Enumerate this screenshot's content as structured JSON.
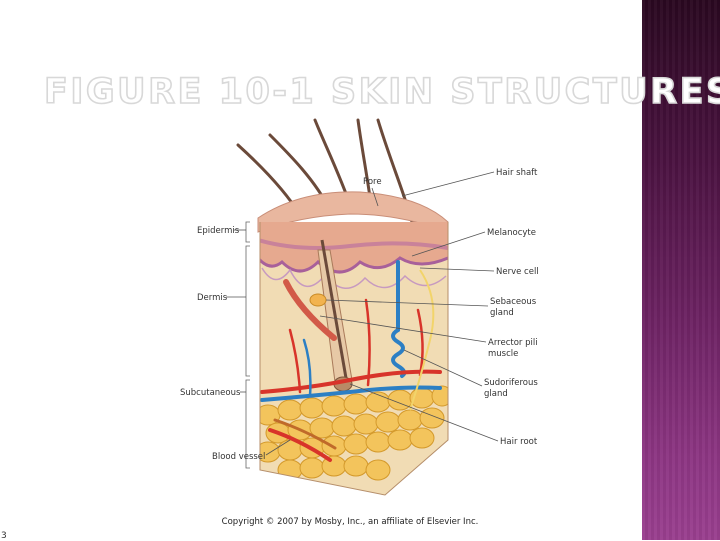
{
  "slide": {
    "title": "FIGURE 10-1 SKIN STRUCTURES",
    "copyright": "Copyright © 2007 by Mosby, Inc., an affiliate of Elsevier Inc.",
    "page_number": "3"
  },
  "diagram": {
    "labels_left": [
      "Epidermis",
      "Dermis",
      "Subcutaneous",
      "Blood vessel"
    ],
    "labels_top": [
      "Pore"
    ],
    "labels_right": [
      {
        "line1": "Hair shaft",
        "line2": ""
      },
      {
        "line1": "Melanocyte",
        "line2": ""
      },
      {
        "line1": "Nerve cell",
        "line2": ""
      },
      {
        "line1": "Sebaceous",
        "line2": "gland"
      },
      {
        "line1": "Arrector pili",
        "line2": "muscle"
      },
      {
        "line1": "Sudoriferous",
        "line2": "gland"
      },
      {
        "line1": "Hair root",
        "line2": ""
      }
    ]
  },
  "colors": {
    "side_bar": "#4b1341",
    "epidermis": "#e8b39a",
    "dermis": "#f1dcb4",
    "fat": "#f2c35a",
    "vessel_red": "#d8342a",
    "vessel_blue": "#2c7fc4"
  }
}
